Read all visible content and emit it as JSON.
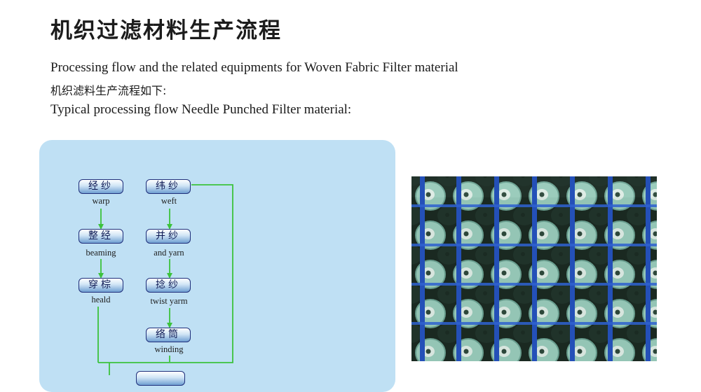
{
  "heading": "机织过滤材料生产流程",
  "intro": {
    "line1": "Processing flow and the related equipments for Woven Fabric  Filter material",
    "line2": "机织滤料生产流程如下:",
    "line3": "Typical processing flow Needle Punched Filter material:"
  },
  "flow": {
    "warp_chain": [
      {
        "zh": "经纱",
        "en": "warp"
      },
      {
        "zh": "整经",
        "en": "beaming"
      },
      {
        "zh": "穿棕",
        "en": "heald"
      }
    ],
    "weft_chain": [
      {
        "zh": "纬纱",
        "en": "weft"
      },
      {
        "zh": "并纱",
        "en": "and  yarn"
      },
      {
        "zh": "捻纱",
        "en": "twist  yarm"
      },
      {
        "zh": "络筒",
        "en": "winding"
      }
    ]
  },
  "colors": {
    "panel_bg": "#bfe0f4",
    "arrow_green": "#3cc23c",
    "node_border": "#1f2f7a"
  }
}
